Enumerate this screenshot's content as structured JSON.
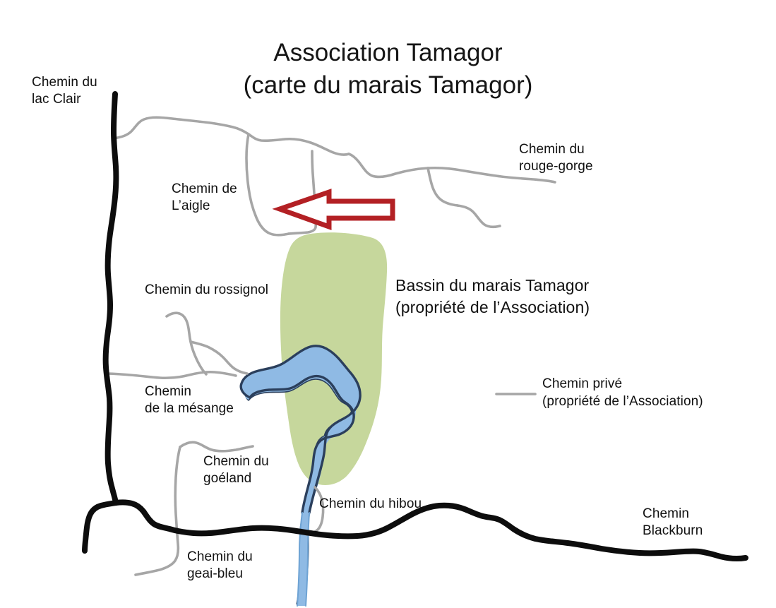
{
  "document": {
    "title_lines": [
      "Association Tamagor",
      "(carte du marais Tamagor)"
    ]
  },
  "colors": {
    "public_road": "#0d0d0d",
    "private_road": "#a6a6a6",
    "marsh_fill": "#c6d79c",
    "water_fill": "#8fbae4",
    "water_outline": "#2b3f5c",
    "arrow_stroke": "#b32024",
    "arrow_fill": "#ffffff",
    "text": "#111111",
    "background": "#ffffff"
  },
  "labels": {
    "lac_clair": "Chemin du\nlac Clair",
    "aigle": "Chemin de\nL’aigle",
    "rossignol": "Chemin du rossignol",
    "mesange": "Chemin\nde la mésange",
    "goeland": "Chemin du\ngoéland",
    "geai_bleu": "Chemin du\ngeai-bleu",
    "hibou": "Chemin du hibou",
    "rouge_gorge": "Chemin du\nrouge-gorge",
    "blackburn": "Chemin\nBlackburn",
    "bassin": "Bassin du marais Tamagor\n(propriété de l’Association)"
  },
  "legend": {
    "swatch": "gray-line-swatch",
    "text": "Chemin privé\n(propriété de l’Association)"
  },
  "annotation": {
    "arrow": "left-pointing-arrow",
    "direction": "left"
  },
  "map_features": {
    "marsh_basin": "Bassin du marais Tamagor",
    "water_body": "lac et ruisseau",
    "public_roads": [
      "Chemin du lac Clair",
      "Chemin Blackburn"
    ],
    "private_roads": [
      "Chemin de L’aigle",
      "Chemin du rouge-gorge",
      "Chemin du rossignol",
      "Chemin de la mésange",
      "Chemin du goéland",
      "Chemin du geai-bleu",
      "Chemin du hibou"
    ]
  }
}
